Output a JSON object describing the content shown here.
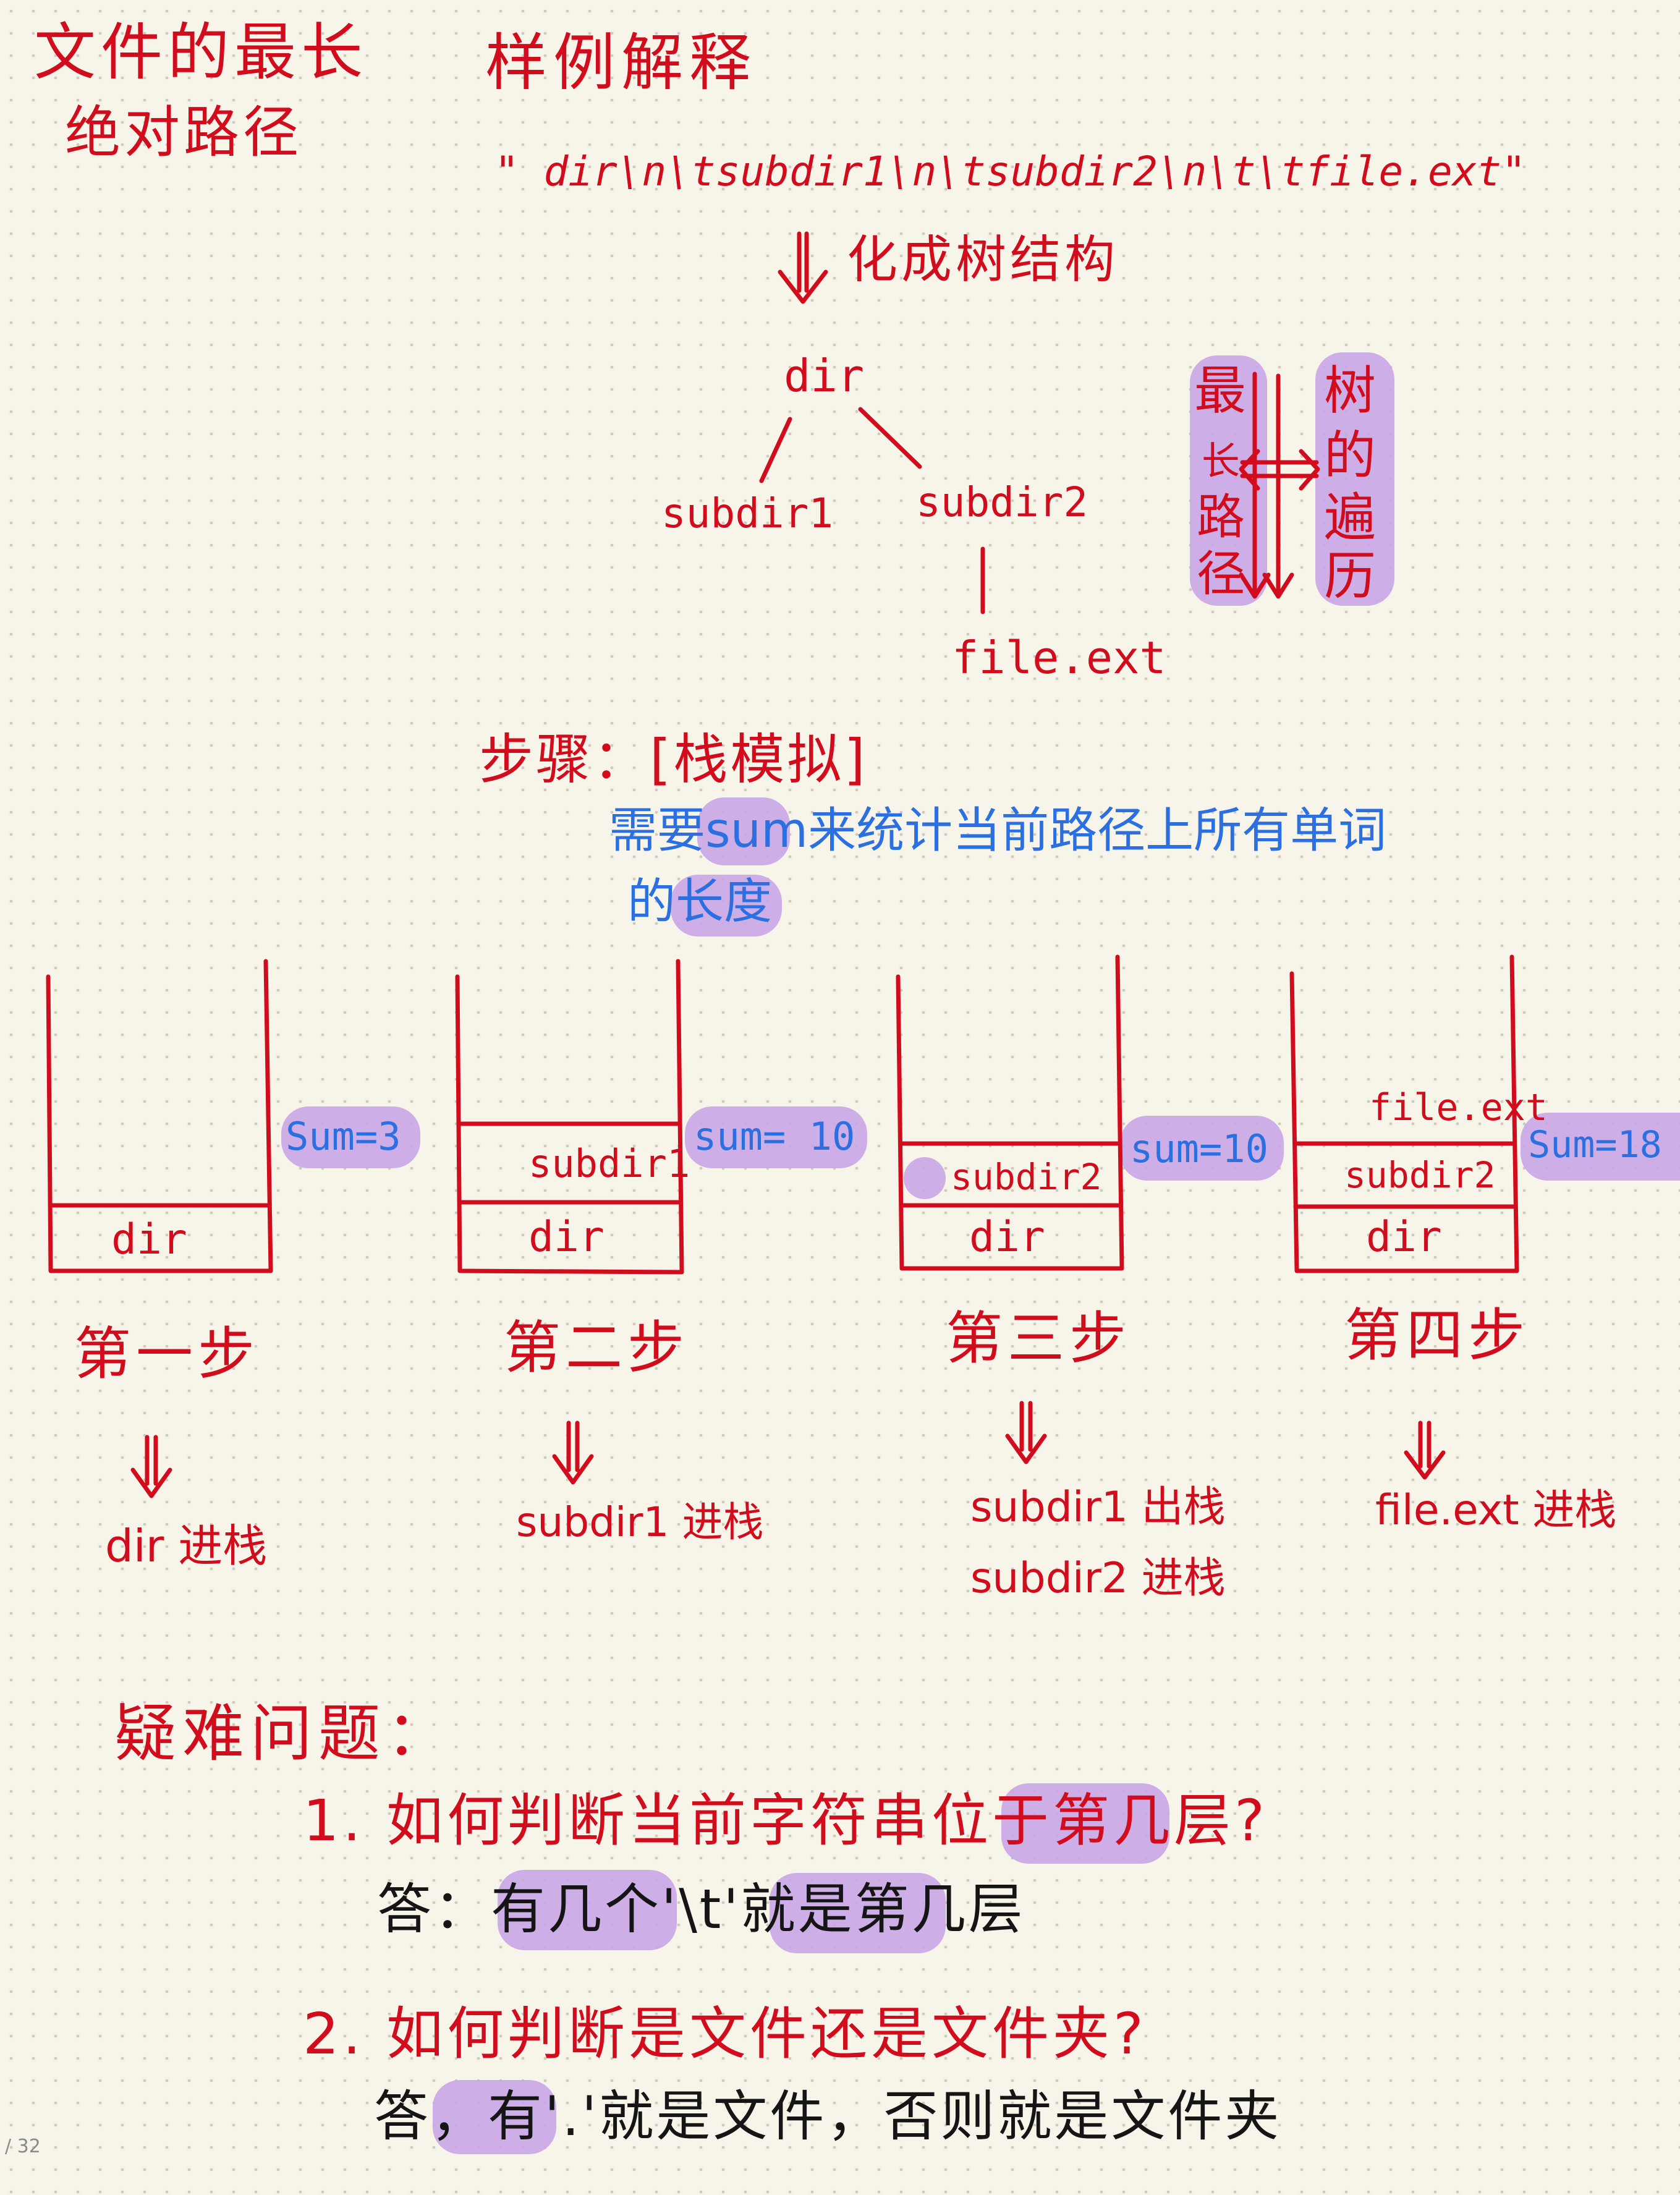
{
  "title": {
    "line1": "文件的最长",
    "line2": "绝对路径"
  },
  "example_heading": "样例解释",
  "example_input": "\" dir\\n\\tsubdir1\\n\\tsubdir2\\n\\t\\tfile.ext\"",
  "convert_label": "化成树结构",
  "arrow_down": "⇓",
  "tree": {
    "root": "dir",
    "child1": "subdir1",
    "child2": "subdir2",
    "grandchild": "file.ext"
  },
  "equivalence": {
    "left": [
      "最",
      "长",
      "路",
      "径"
    ],
    "right": [
      "树",
      "的",
      "遍",
      "历"
    ]
  },
  "steps_heading": "步骤：[栈模拟]",
  "sum_note": {
    "part1": "需要",
    "sum": "sum",
    "part2": "来统计当前路径上所有单词",
    "part3": "的",
    "length": "长度"
  },
  "stacks": [
    {
      "items": [
        "dir"
      ],
      "sum": "Sum=3",
      "step": "第一步",
      "actions": [
        "dir 进栈"
      ]
    },
    {
      "items": [
        "dir",
        "subdir1"
      ],
      "sum": "sum= 10",
      "step": "第二步",
      "actions": [
        "subdir1 进栈"
      ]
    },
    {
      "items": [
        "dir",
        "subdir2"
      ],
      "sum": "sum=10",
      "step": "第三步",
      "actions": [
        "subdir1 出栈",
        "subdir2 进栈"
      ]
    },
    {
      "items": [
        "dir",
        "subdir2",
        "file.ext"
      ],
      "sum": "Sum=18",
      "step": "第四步",
      "actions": [
        "file.ext 进栈"
      ]
    }
  ],
  "difficulty_heading": "疑难问题：",
  "questions": [
    {
      "num": "1.",
      "text": "如何判断当前字符串位于",
      "highlight": "第几层",
      "mark": "?",
      "answer_prefix": "答：",
      "answer_highlight": "有几个'\\t'",
      "answer_mid": "就是",
      "answer_highlight2": "第几层"
    },
    {
      "num": "2.",
      "text": "如何判断是文件还是文件夹",
      "mark": "?",
      "answer_prefix": "答，",
      "answer_highlight": "有'.'",
      "answer_rest": "就是文件，否则就是文件夹"
    }
  ],
  "page_number": "/ 32",
  "colors": {
    "red_ink": "#d10d1d",
    "blue_ink": "#2b6fe0",
    "black_ink": "#151515",
    "highlight": "#c9a6e6",
    "paper": "#f7f4ea"
  }
}
